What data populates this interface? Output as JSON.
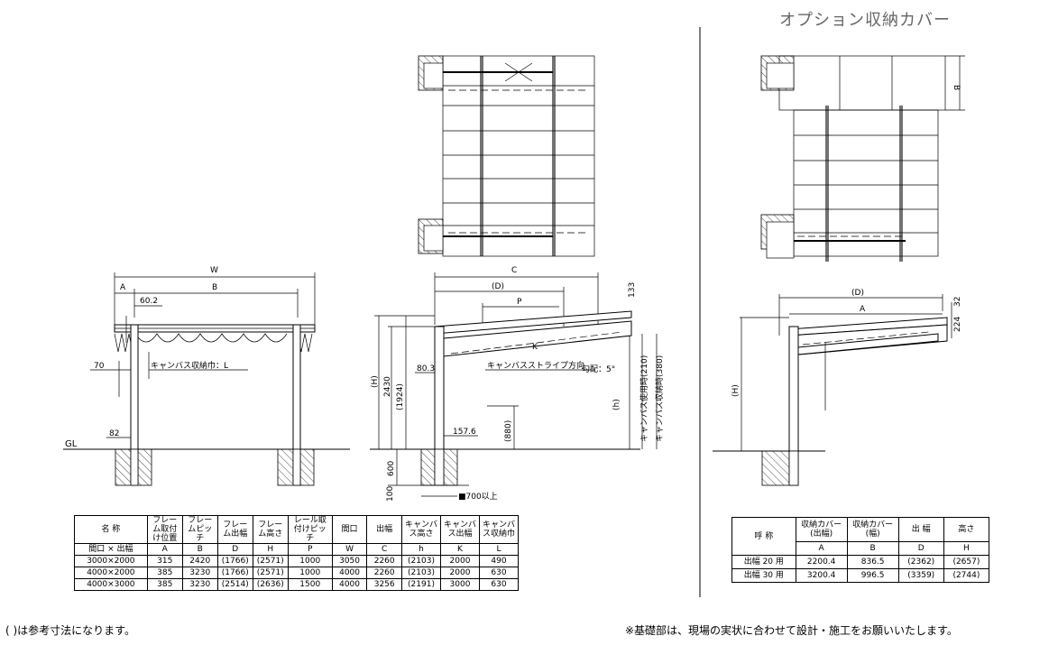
{
  "title": "オプション収納カバー",
  "labels": {
    "W": "W",
    "A": "A",
    "B": "B",
    "dim_60_2": "60.2",
    "canvas_width": "キャンバス収納巾：L",
    "dim_70": "70",
    "dim_82": "82",
    "GL": "GL",
    "C": "C",
    "D_paren": "(D)",
    "P": "P",
    "K": "K",
    "stripe_dir": "キャンバスストライプ方向",
    "slope": "勾配：5°",
    "H_paren": "(H)",
    "dim_2430": "2430",
    "dim_1924": "(1924)",
    "dim_80_3": "80.3",
    "dim_157_6": "157.6",
    "dim_880": "(880)",
    "dim_600": "600",
    "dim_100": "100",
    "dim_700": "■700以上",
    "dim_133": "133",
    "h_paren": "(h)",
    "canvas_use": "キャンバス使用時(210)",
    "canvas_store": "キャンバス収納時(380)",
    "B_right": "B",
    "D_right": "(D)",
    "A_right": "A",
    "H_right": "(H)",
    "dim_32": "32",
    "dim_224": "224"
  },
  "table1": {
    "header1": [
      "名 称",
      "フレーム取付け位置",
      "フレームピッチ",
      "フレーム出幅",
      "フレーム高さ",
      "レール取付けピッチ",
      "間口",
      "出幅",
      "キャンバス高さ",
      "キャンバス出幅",
      "キャンバス収納巾"
    ],
    "header2": [
      "間口 × 出幅",
      "A",
      "B",
      "D",
      "H",
      "P",
      "W",
      "C",
      "h",
      "K",
      "L"
    ],
    "rows": [
      [
        "3000×2000",
        "315",
        "2420",
        "(1766)",
        "(2571)",
        "1000",
        "3050",
        "2260",
        "(2103)",
        "2000",
        "490"
      ],
      [
        "4000×2000",
        "385",
        "3230",
        "(1766)",
        "(2571)",
        "1000",
        "4000",
        "2260",
        "(2103)",
        "2000",
        "630"
      ],
      [
        "4000×3000",
        "385",
        "3230",
        "(2514)",
        "(2636)",
        "1500",
        "4000",
        "3256",
        "(2191)",
        "3000",
        "630"
      ]
    ]
  },
  "table2": {
    "header1": [
      "呼 称",
      "収納カバー(出幅)",
      "収納カバー(幅)",
      "出 幅",
      "高さ"
    ],
    "header2": [
      "A",
      "B",
      "D",
      "H"
    ],
    "rows": [
      [
        "出幅 20 用",
        "2200.4",
        "836.5",
        "(2362)",
        "(2657)"
      ],
      [
        "出幅 30 用",
        "3200.4",
        "996.5",
        "(3359)",
        "(2744)"
      ]
    ]
  },
  "notes": {
    "left": "( )は参考寸法になります。",
    "right": "※基礎部は、現場の実状に合わせて設計・施工をお願いいたします。"
  }
}
